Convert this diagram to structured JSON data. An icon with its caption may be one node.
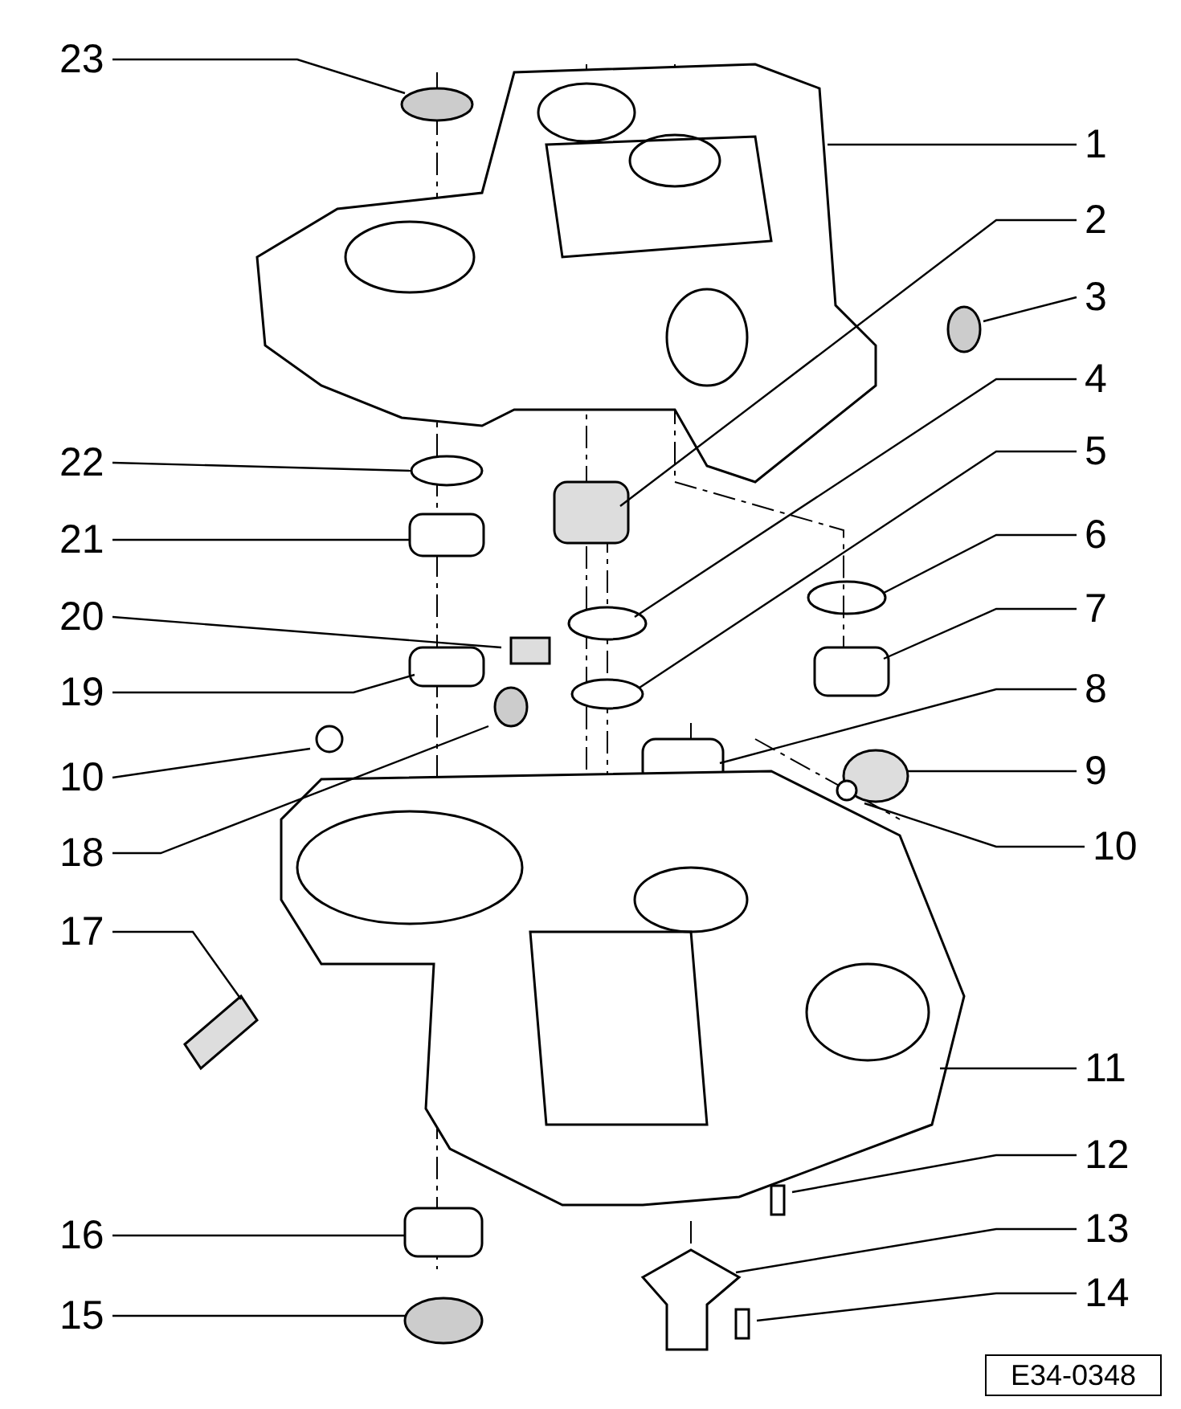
{
  "diagram": {
    "nodes": [
      {
        "text": [
          "23"
        ]
      },
      {
        "text": [
          "1"
        ]
      },
      {
        "text": [
          "2"
        ]
      },
      {
        "text": [
          "3"
        ]
      },
      {
        "text": [
          "4"
        ]
      },
      {
        "text": [
          "5"
        ]
      },
      {
        "text": [
          "22"
        ]
      },
      {
        "text": [
          "6"
        ]
      },
      {
        "text": [
          "21"
        ]
      },
      {
        "text": [
          "7"
        ]
      },
      {
        "text": [
          "20"
        ]
      },
      {
        "text": [
          "8"
        ]
      },
      {
        "text": [
          "19"
        ]
      },
      {
        "text": [
          "9"
        ]
      },
      {
        "text": [
          "10"
        ]
      },
      {
        "text": [
          "10"
        ]
      },
      {
        "text": [
          "18"
        ]
      },
      {
        "text": [
          "17"
        ]
      },
      {
        "text": [
          "11"
        ]
      },
      {
        "text": [
          "12"
        ]
      },
      {
        "text": [
          "13"
        ]
      },
      {
        "text": [
          "16"
        ]
      },
      {
        "text": [
          "14"
        ]
      },
      {
        "text": [
          "15"
        ]
      }
    ],
    "edges": [
      {
        "from": 0,
        "to": null,
        "arrow": "none"
      },
      {
        "from": 1,
        "to": null,
        "arrow": "none"
      },
      {
        "from": 2,
        "to": null,
        "arrow": "none"
      },
      {
        "from": 3,
        "to": null,
        "arrow": "none"
      },
      {
        "from": 4,
        "to": null,
        "arrow": "none"
      },
      {
        "from": 5,
        "to": null,
        "arrow": "none"
      },
      {
        "from": 6,
        "to": null,
        "arrow": "none"
      },
      {
        "from": 7,
        "to": null,
        "arrow": "none"
      },
      {
        "from": 8,
        "to": null,
        "arrow": "none"
      },
      {
        "from": 9,
        "to": null,
        "arrow": "none"
      },
      {
        "from": 10,
        "to": null,
        "arrow": "none"
      },
      {
        "from": 11,
        "to": null,
        "arrow": "none"
      },
      {
        "from": 12,
        "to": null,
        "arrow": "none"
      },
      {
        "from": 13,
        "to": null,
        "arrow": "none"
      },
      {
        "from": 14,
        "to": null,
        "arrow": "none"
      },
      {
        "from": 15,
        "to": null,
        "arrow": "none"
      },
      {
        "from": 16,
        "to": null,
        "arrow": "none"
      },
      {
        "from": 17,
        "to": null,
        "arrow": "none"
      },
      {
        "from": 18,
        "to": null,
        "arrow": "none"
      },
      {
        "from": 19,
        "to": null,
        "arrow": "none"
      },
      {
        "from": 20,
        "to": null,
        "arrow": "none"
      },
      {
        "from": 21,
        "to": null,
        "arrow": "none"
      },
      {
        "from": 22,
        "to": null,
        "arrow": "none"
      },
      {
        "from": 23,
        "to": null,
        "arrow": "none"
      }
    ],
    "labels": [
      "E34-0348"
    ]
  }
}
